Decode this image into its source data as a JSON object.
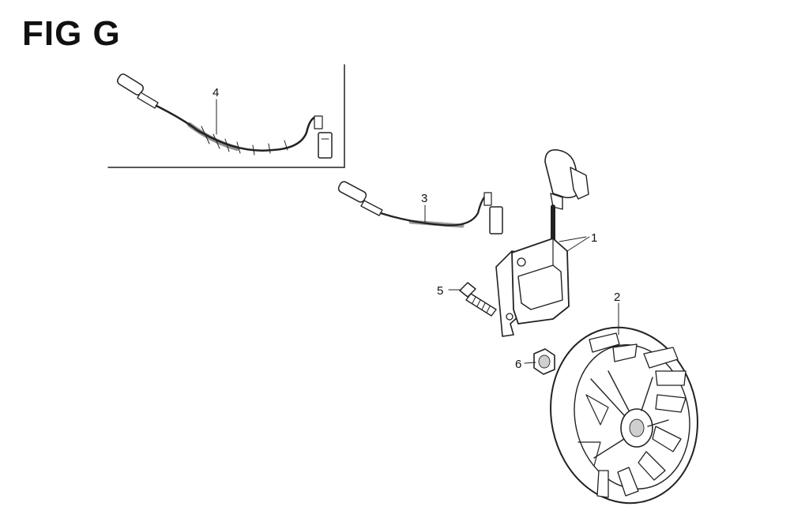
{
  "figure": {
    "title": "FIG G"
  },
  "callouts": {
    "c1": "1",
    "c2": "2",
    "c3": "3",
    "c4": "4",
    "c5": "5",
    "c6": "6"
  }
}
